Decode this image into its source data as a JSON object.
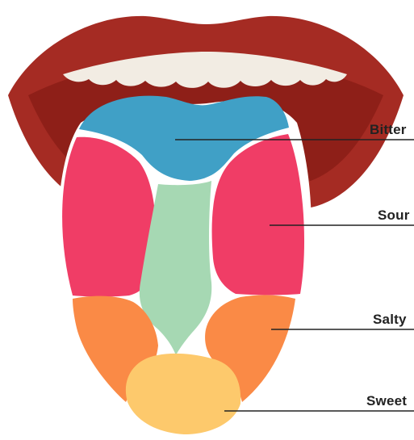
{
  "labels": {
    "bitter": "Bitter",
    "sour": "Sour",
    "salty": "Salty",
    "sweet": "Sweet"
  },
  "colors": {
    "lips_outer": "#A52B23",
    "lips_inner": "#8E1F18",
    "teeth": "#F2ECE3",
    "bitter_zone": "#40A0C6",
    "sour_zone": "#F03D66",
    "center_zone": "#A6D8B3",
    "salty_zone": "#FA8A46",
    "sweet_zone": "#FDC96C",
    "outline": "#FFFFFF",
    "leader_line": "#222222"
  }
}
